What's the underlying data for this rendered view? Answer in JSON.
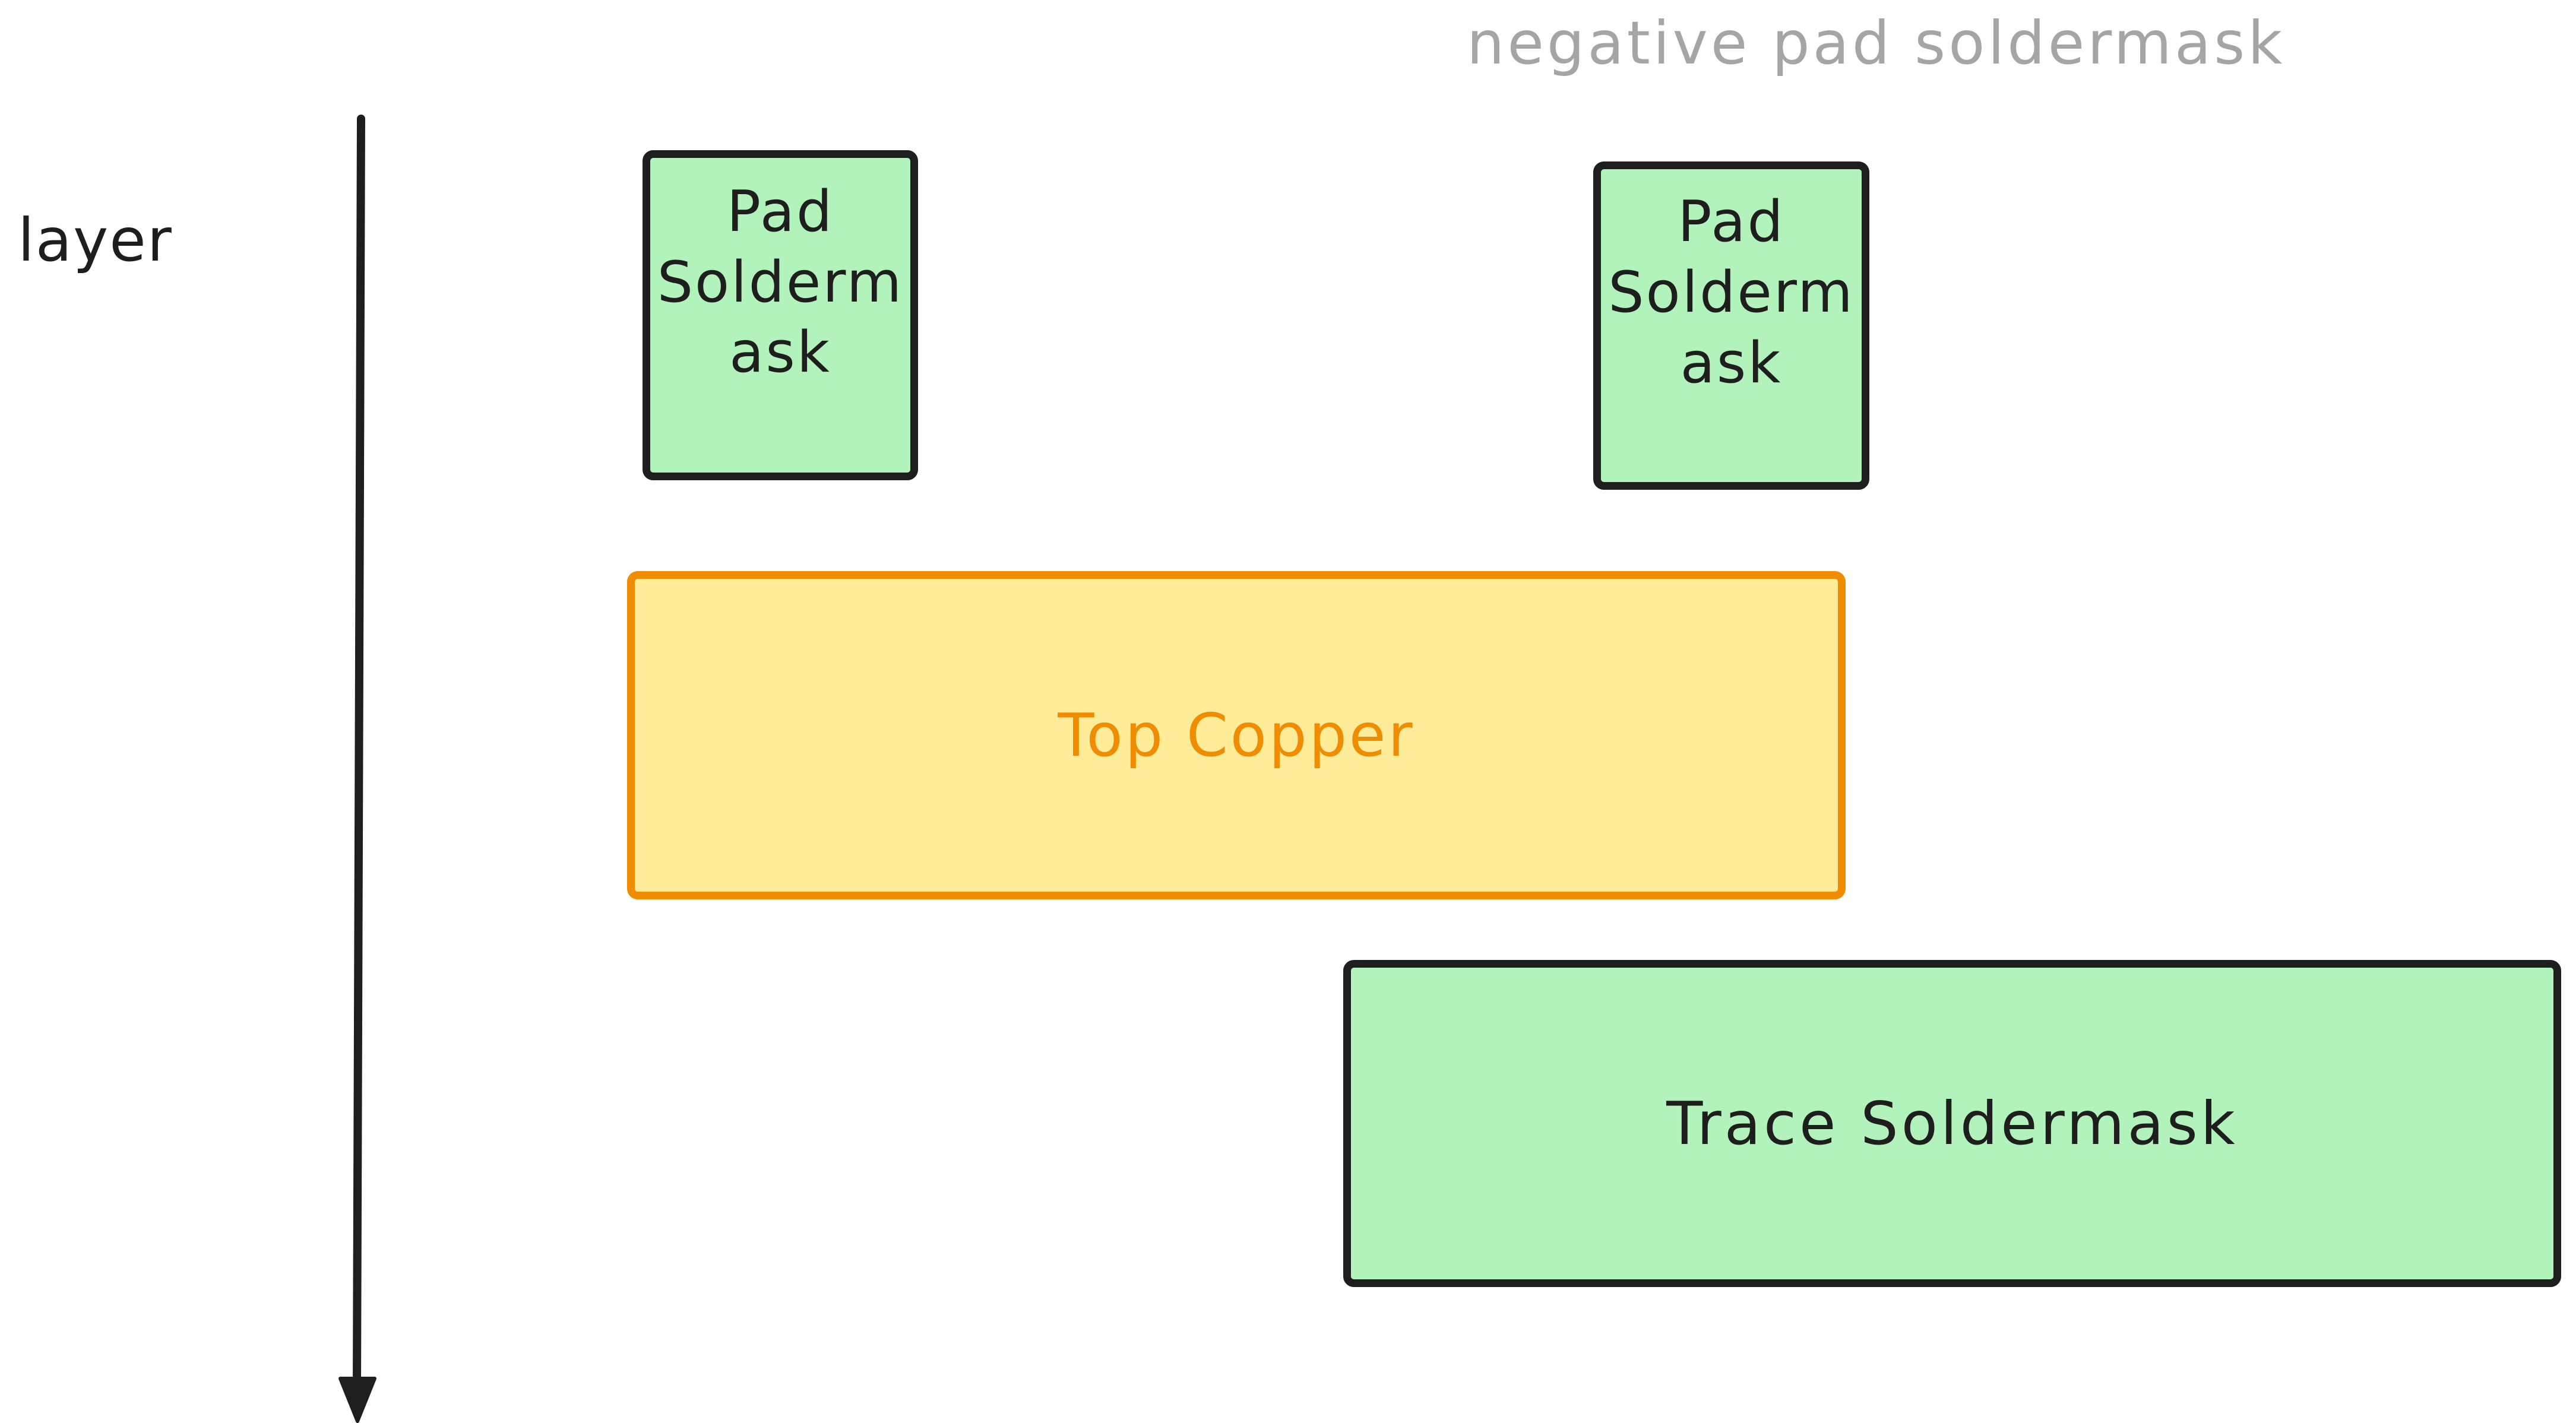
{
  "diagram": {
    "annotation": "negative pad soldermask",
    "axis_label": "layer",
    "boxes": {
      "pad_left": {
        "lines": [
          "Pad",
          "Solderm",
          "ask"
        ],
        "full_text": "Pad Soldermask"
      },
      "pad_right": {
        "lines": [
          "Pad",
          "Solderm",
          "ask"
        ],
        "full_text": "Pad Soldermask"
      },
      "top_copper": {
        "label": "Top Copper"
      },
      "trace_soldermask": {
        "label": "Trace Soldermask"
      }
    },
    "colors": {
      "background": "#ffffff",
      "green_fill": "#b2f2bb",
      "dark_stroke": "#1e1e1e",
      "yellow_fill": "#ffec99",
      "orange_stroke": "#f08c00",
      "orange_text": "#f08c00",
      "gray_annotation_text": "#a5a5a5",
      "arrow_color": "#1e1e1e"
    }
  }
}
